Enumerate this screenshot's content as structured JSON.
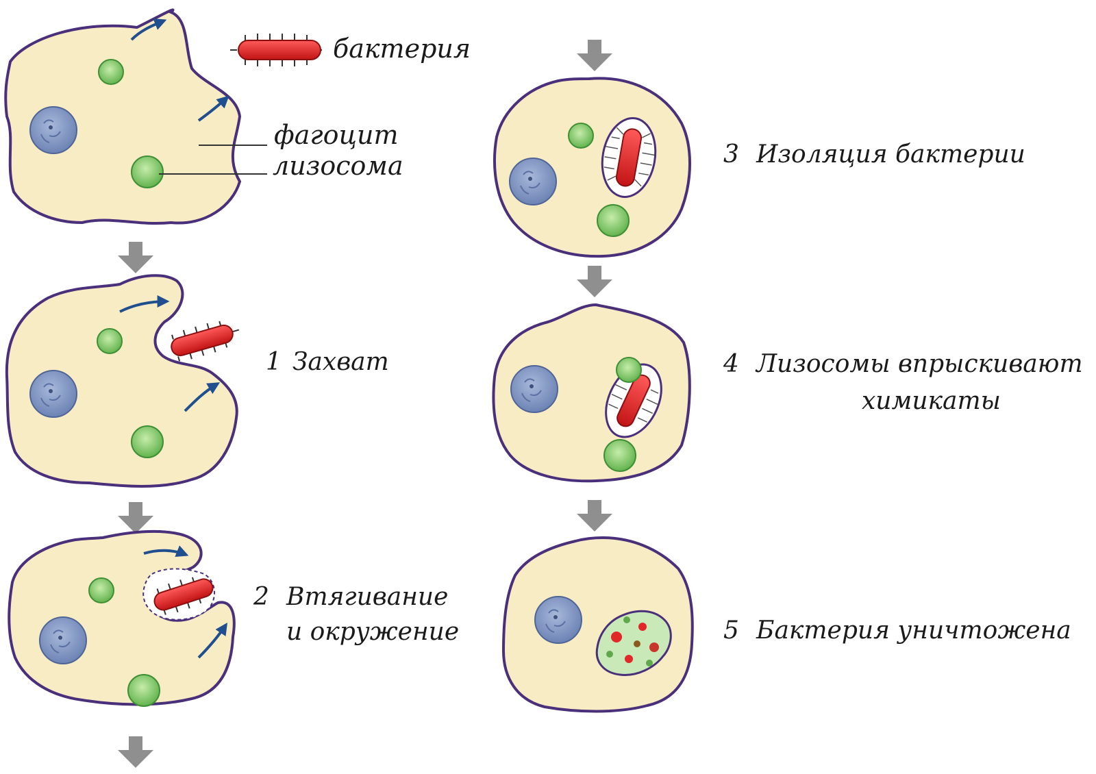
{
  "legend": {
    "bacterium": "бактерия",
    "phagocyte": "фагоцит",
    "lysosome": "лизосома"
  },
  "steps": {
    "s1": {
      "num": "1",
      "text": "Захват"
    },
    "s2": {
      "num": "2",
      "line1": "Втягивание",
      "line2": "и окружение"
    },
    "s3": {
      "num": "3",
      "text": "Изоляция бактерии"
    },
    "s4": {
      "num": "4",
      "line1": "Лизосомы впрыскивают",
      "line2": "химикаты"
    },
    "s5": {
      "num": "5",
      "text": "Бактерия уничтожена"
    }
  },
  "colors": {
    "cytoplasm": "#f8ecc4",
    "membrane": "#4a2f7a",
    "nucleus": "#7d93bf",
    "lysosome": "#7ec96a",
    "bacterium": "#e02828",
    "arrow_blue": "#1f4f8f",
    "flow_arrow": "#8f8f8f"
  }
}
